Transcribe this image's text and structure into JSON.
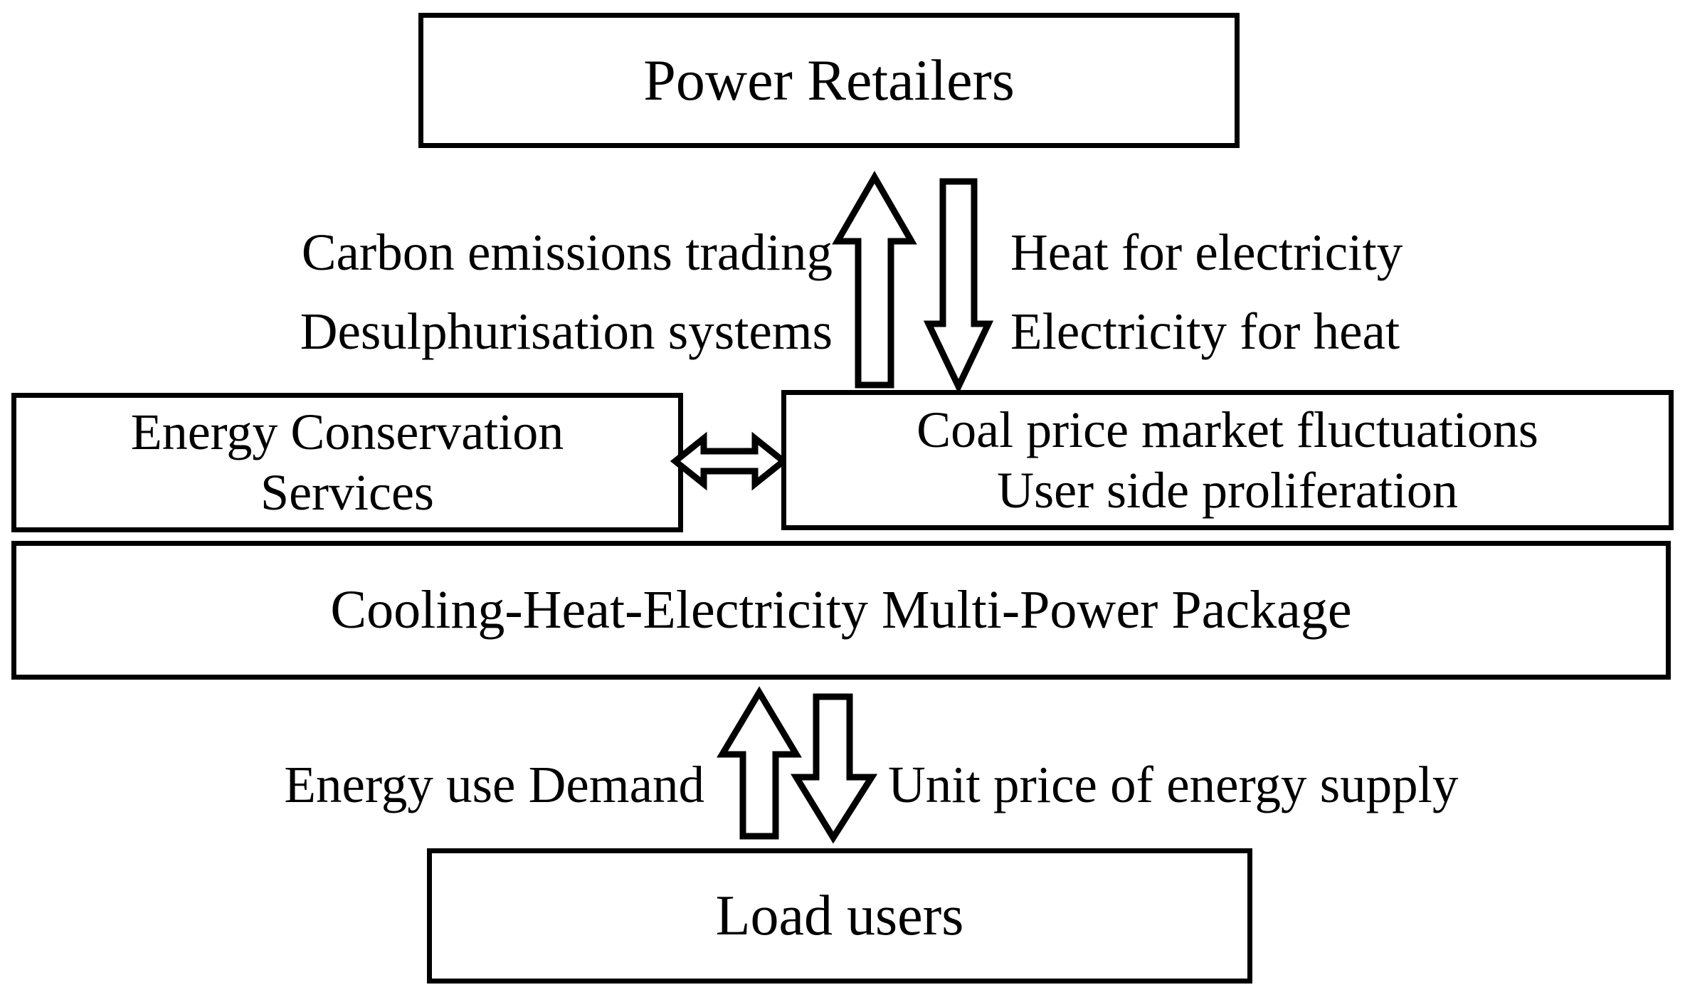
{
  "diagram": {
    "title": "Cooling-Heat-Electricity Multi-Power Package energy interaction diagram",
    "background_color": "#ffffff",
    "line_color": "#000000",
    "nodes": [
      {
        "id": "power-retailers",
        "label": "Power Retailers"
      },
      {
        "id": "energy-conservation",
        "label": "Energy Conservation\nServices"
      },
      {
        "id": "coal-price",
        "label": "Coal price market fluctuations\nUser side proliferation"
      },
      {
        "id": "multi-power-package",
        "label": "Cooling-Heat-Electricity Multi-Power Package"
      },
      {
        "id": "load-users",
        "label": "Load users"
      }
    ],
    "edge_labels": [
      {
        "id": "up-top",
        "text": "Carbon emissions trading\nDesulphurisation systems"
      },
      {
        "id": "down-top",
        "text": "Heat for electricity\nElectricity for heat"
      },
      {
        "id": "up-bottom",
        "text": "Energy use Demand"
      },
      {
        "id": "down-bottom",
        "text": "Unit price of energy supply"
      }
    ],
    "arrows": [
      {
        "id": "arrow-up-top",
        "direction": "up",
        "from": "coal-price",
        "to": "power-retailers"
      },
      {
        "id": "arrow-down-top",
        "direction": "down",
        "from": "power-retailers",
        "to": "coal-price"
      },
      {
        "id": "arrow-bidir-mid",
        "direction": "bidirectional",
        "from": "energy-conservation",
        "to": "coal-price"
      },
      {
        "id": "arrow-up-bottom",
        "direction": "up",
        "from": "load-users",
        "to": "multi-power-package"
      },
      {
        "id": "arrow-down-bottom",
        "direction": "down",
        "from": "multi-power-package",
        "to": "load-users"
      }
    ]
  }
}
